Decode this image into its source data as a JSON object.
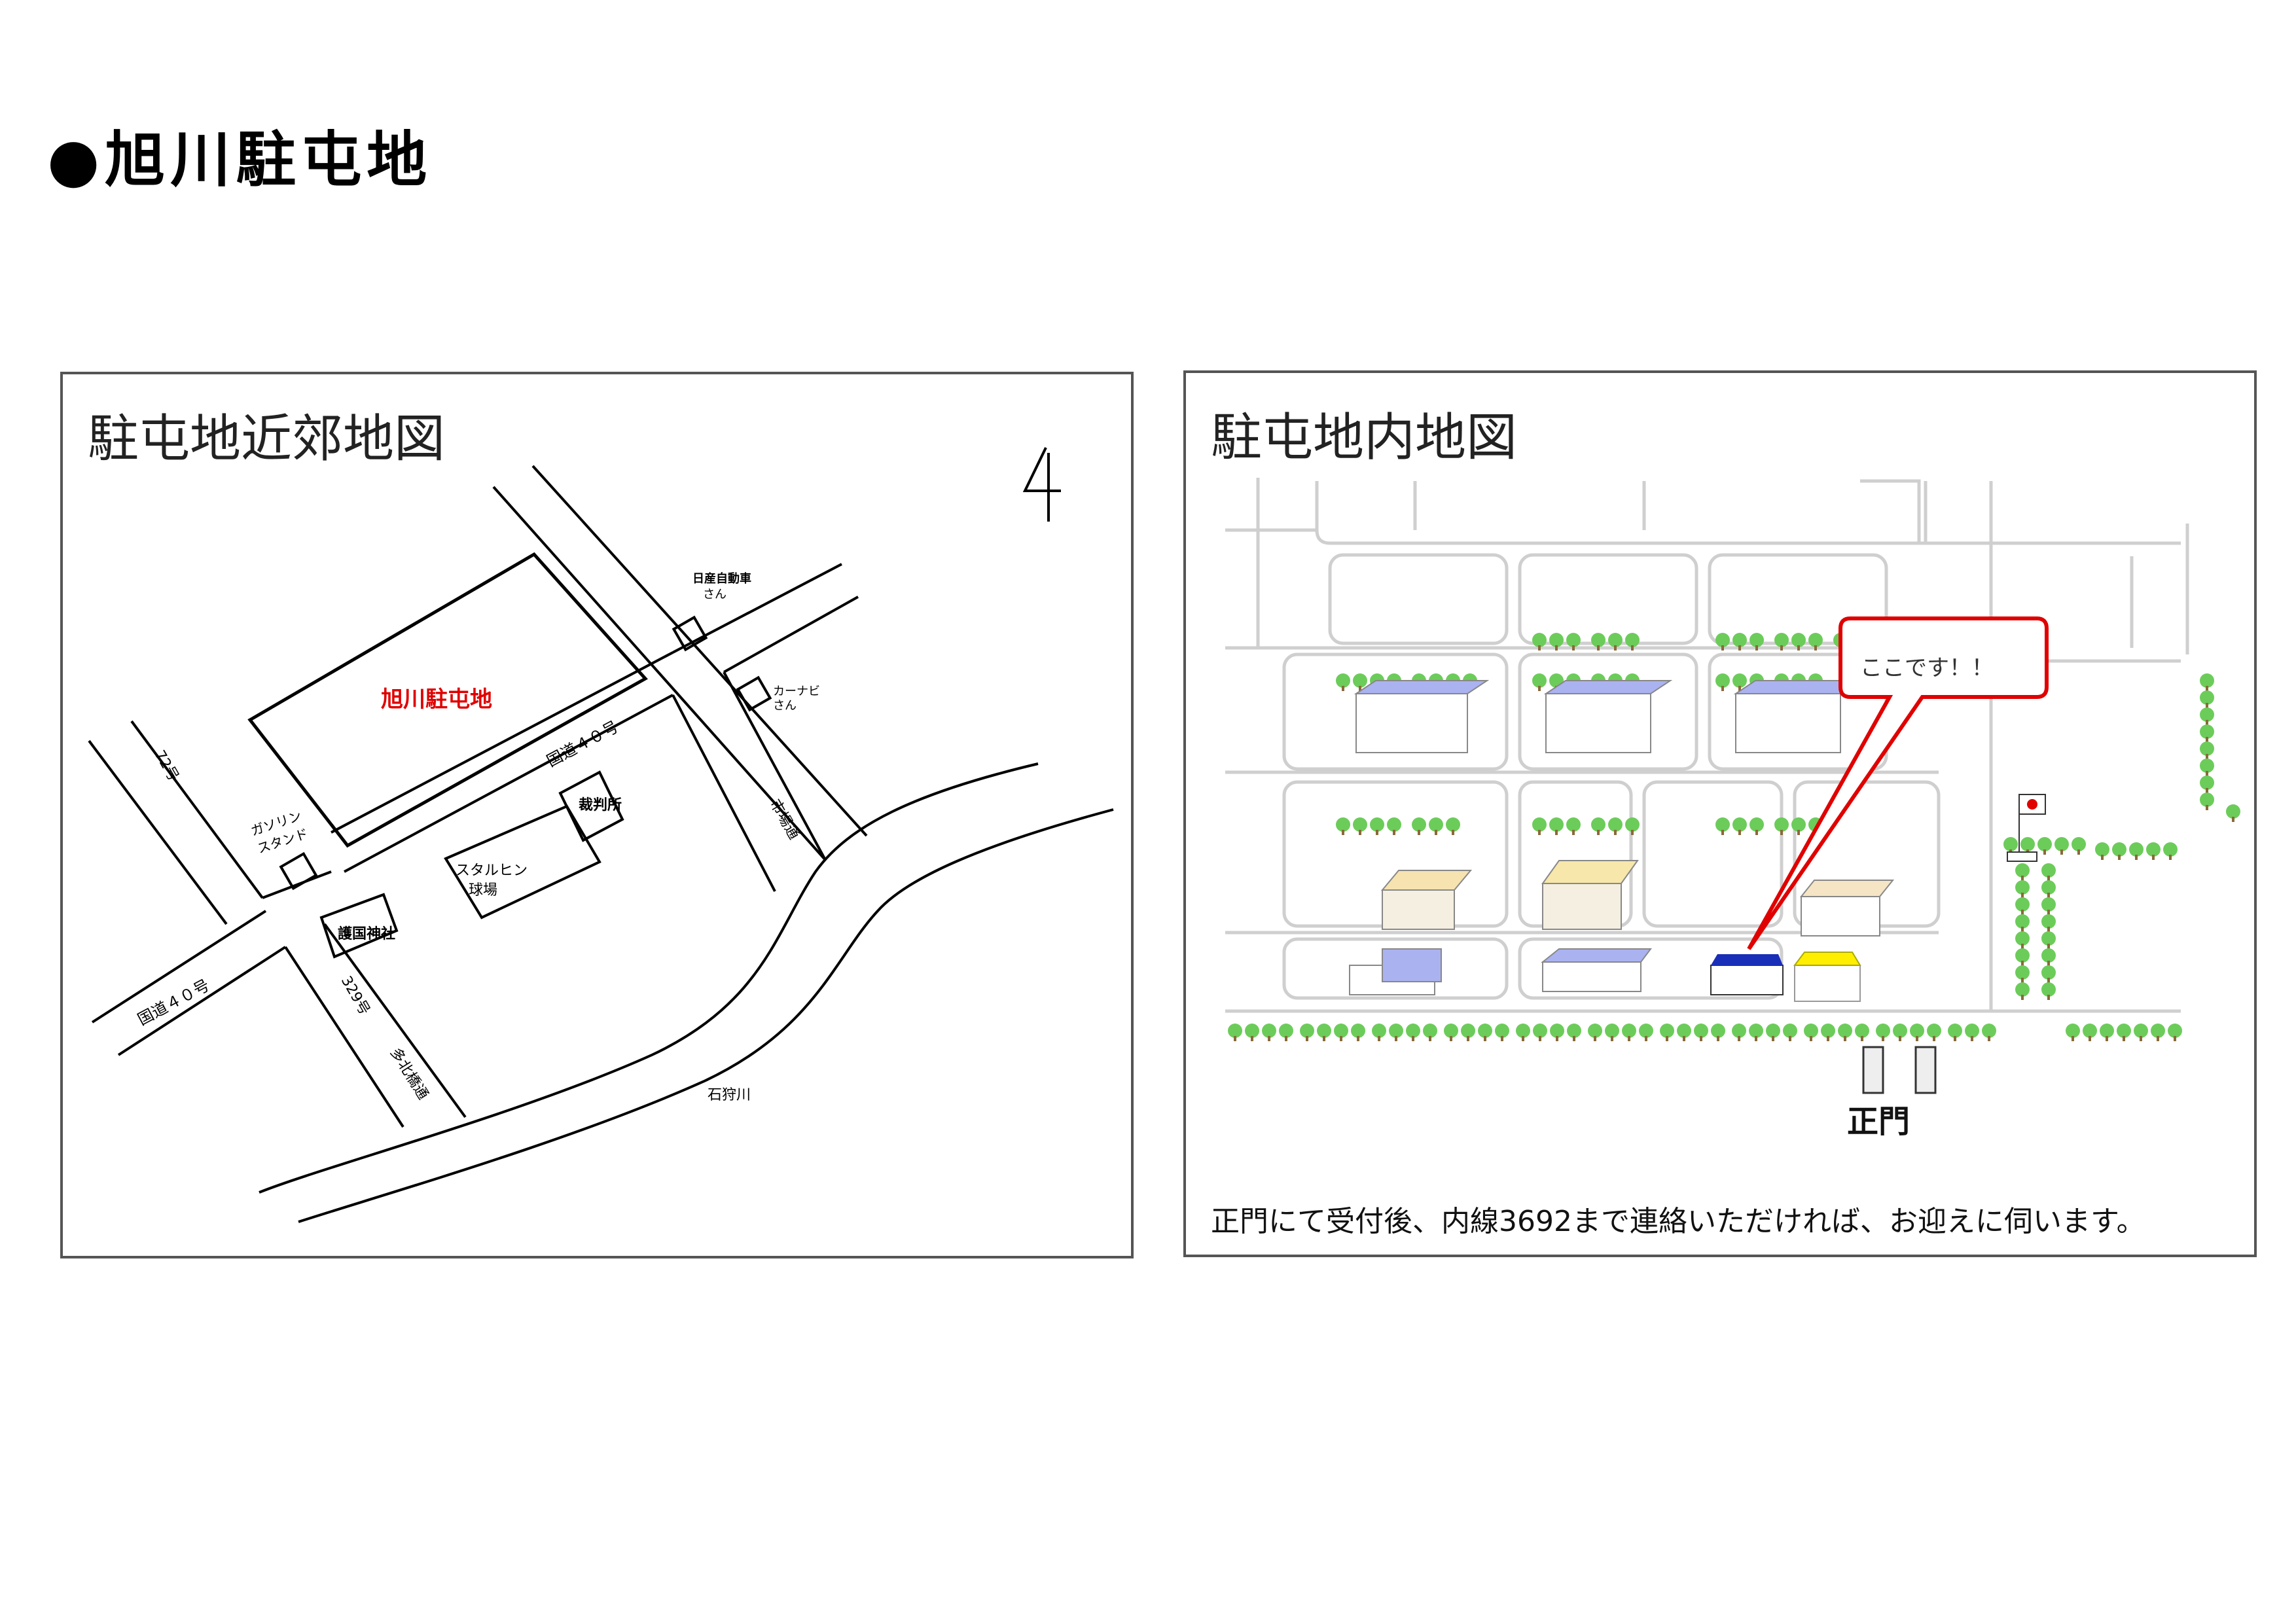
{
  "page": {
    "title": "●旭川駐屯地"
  },
  "nearby_map": {
    "title": "駐屯地近郊地図",
    "north_mark": "4",
    "labels": {
      "base": "旭川駐屯地",
      "gas_station_1": "ガソリン",
      "gas_station_2": "スタンド",
      "national_route_40_upper": "国道４０号",
      "national_route_40_lower": "国道４０号",
      "route_72": "72号",
      "route_329": "329号",
      "ichiban_dori": "市場通",
      "tahoku_dori": "多北橋通",
      "courthouse": "裁判所",
      "stadium_1": "スタルヒン",
      "stadium_2": "球場",
      "shrine": "護国神社",
      "shop_upper_1": "日産自動車",
      "shop_upper_2": "さん",
      "shop_right_1": "カーナビ",
      "shop_right_2": "さん",
      "river": "石狩川"
    }
  },
  "base_map": {
    "title": "駐屯地内地図",
    "callout": "ここです！！",
    "main_gate": "正門",
    "note": "正門にて受付後、内線3692まで連絡いただければ、お迎えに伺います。"
  },
  "colors": {
    "accent_red": "#e00000",
    "tree_green": "#6ccc5a",
    "road_grey": "#cfcfcf",
    "building_blue": "#1a2fb8",
    "building_yellow": "#ffee00"
  }
}
